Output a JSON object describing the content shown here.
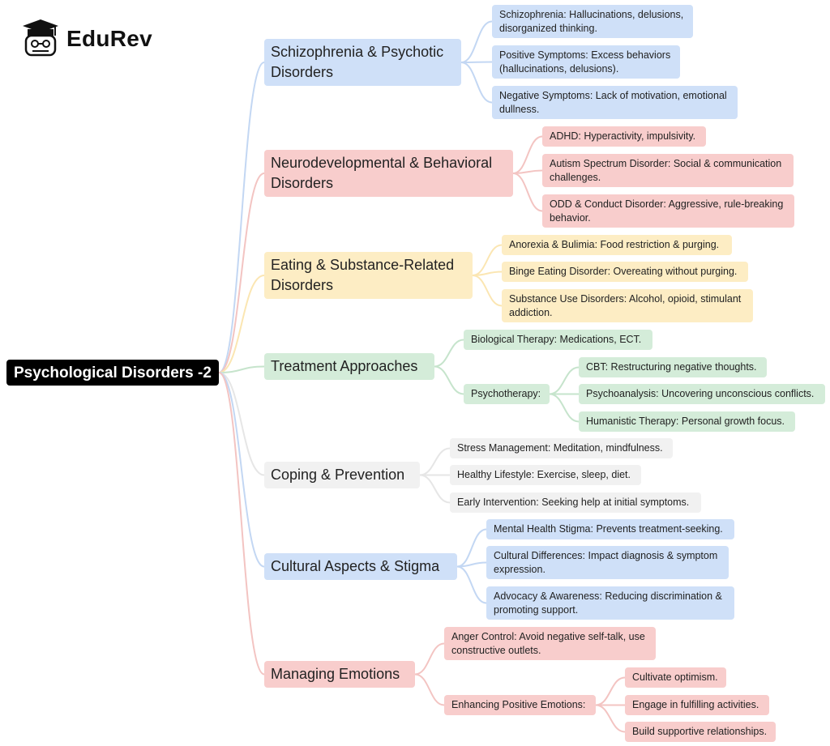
{
  "brand": {
    "name": "EduRev"
  },
  "root": {
    "label": "Psychological Disorders -2"
  },
  "branches": [
    {
      "label": "Schizophrenia & Psychotic Disorders",
      "color": "#cfe0f8",
      "children": [
        {
          "label": "Schizophrenia: Hallucinations, delusions, disorganized thinking."
        },
        {
          "label": "Positive Symptoms: Excess behaviors (hallucinations, delusions)."
        },
        {
          "label": "Negative Symptoms: Lack of motivation, emotional dullness."
        }
      ]
    },
    {
      "label": "Neurodevelopmental & Behavioral Disorders",
      "color": "#f8cdcc",
      "children": [
        {
          "label": "ADHD: Hyperactivity, impulsivity."
        },
        {
          "label": "Autism Spectrum Disorder: Social & communication challenges."
        },
        {
          "label": "ODD & Conduct Disorder: Aggressive, rule-breaking behavior."
        }
      ]
    },
    {
      "label": "Eating & Substance-Related Disorders",
      "color": "#fdedc4",
      "children": [
        {
          "label": "Anorexia & Bulimia: Food restriction & purging."
        },
        {
          "label": "Binge Eating Disorder: Overeating without purging."
        },
        {
          "label": "Substance Use Disorders: Alcohol, opioid, stimulant addiction."
        }
      ]
    },
    {
      "label": "Treatment Approaches",
      "color": "#d4ecd9",
      "children": [
        {
          "label": "Biological Therapy: Medications, ECT."
        },
        {
          "label": "Psychotherapy:",
          "children": [
            {
              "label": "CBT: Restructuring negative thoughts."
            },
            {
              "label": "Psychoanalysis: Uncovering unconscious conflicts."
            },
            {
              "label": "Humanistic Therapy: Personal growth focus."
            }
          ]
        }
      ]
    },
    {
      "label": "Coping & Prevention",
      "color": "#f1f1f1",
      "children": [
        {
          "label": "Stress Management: Meditation, mindfulness."
        },
        {
          "label": "Healthy Lifestyle: Exercise, sleep, diet."
        },
        {
          "label": "Early Intervention: Seeking help at initial symptoms."
        }
      ]
    },
    {
      "label": "Cultural Aspects & Stigma",
      "color": "#cfe0f8",
      "children": [
        {
          "label": "Mental Health Stigma: Prevents treatment-seeking."
        },
        {
          "label": "Cultural Differences: Impact diagnosis & symptom expression."
        },
        {
          "label": "Advocacy & Awareness: Reducing discrimination & promoting support."
        }
      ]
    },
    {
      "label": "Managing Emotions",
      "color": "#f8cdcc",
      "children": [
        {
          "label": "Anger Control: Avoid negative self-talk, use constructive outlets."
        },
        {
          "label": "Enhancing Positive Emotions:",
          "children": [
            {
              "label": "Cultivate optimism."
            },
            {
              "label": "Engage in fulfilling activities."
            },
            {
              "label": "Build supportive relationships."
            }
          ]
        }
      ]
    }
  ]
}
